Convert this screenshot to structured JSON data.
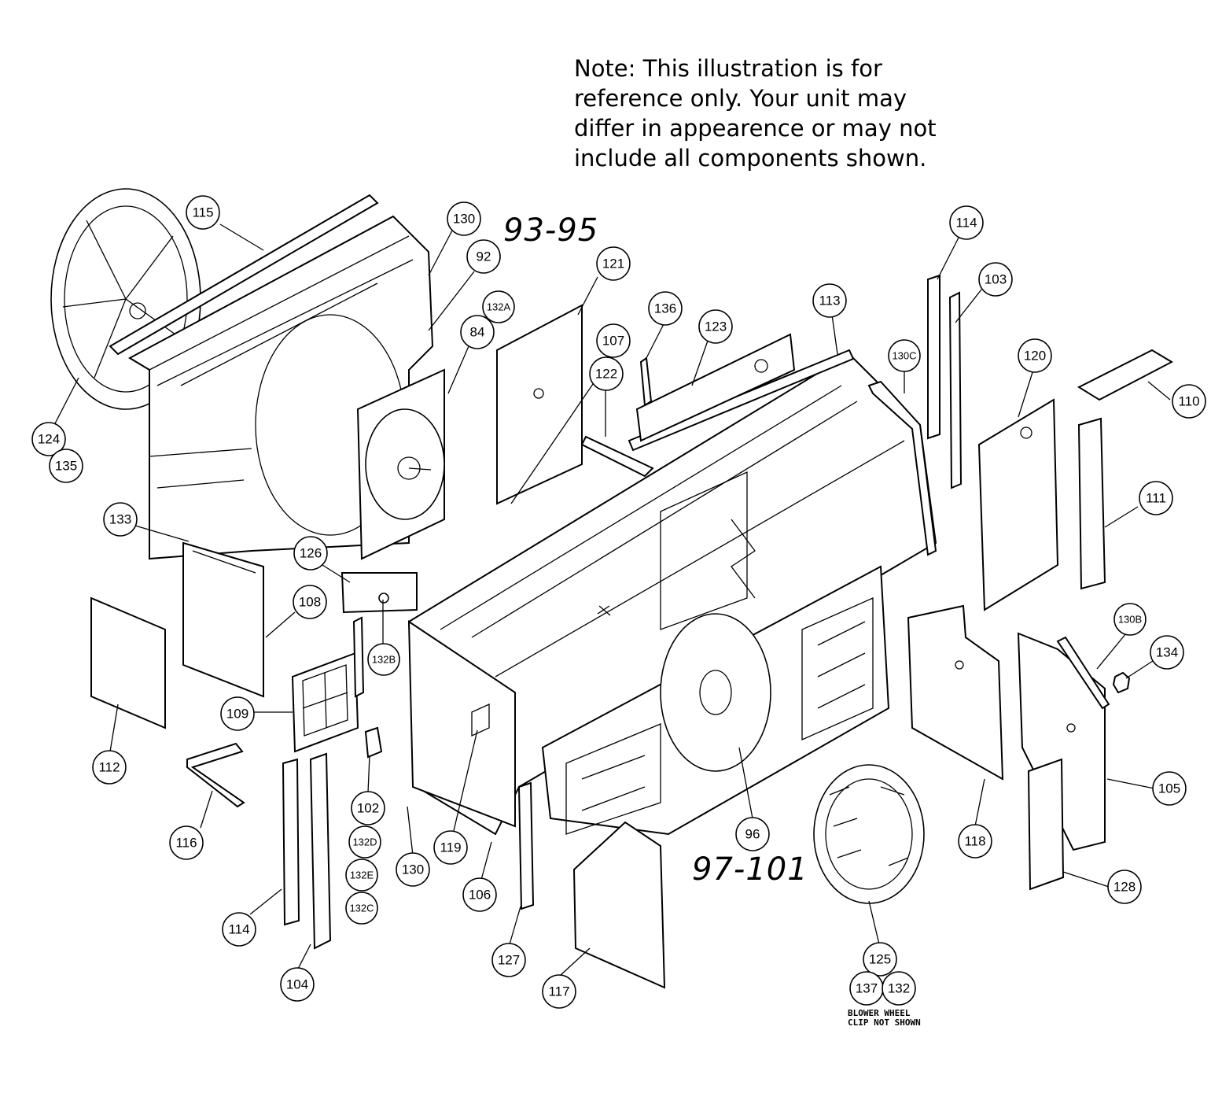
{
  "note": {
    "lines": [
      "Note: This illustration is for",
      "reference only. Your unit may",
      "differ in appearence or may not",
      "include all components shown."
    ]
  },
  "ranges": [
    "93-95",
    "97-101"
  ],
  "footnote": {
    "lines": [
      "BLOWER WHEEL",
      "CLIP NOT SHOWN"
    ]
  },
  "callouts": [
    "115",
    "130",
    "92",
    "124",
    "135",
    "84",
    "132A",
    "121",
    "107",
    "122",
    "136",
    "123",
    "113",
    "130C",
    "114",
    "103",
    "120",
    "110",
    "111",
    "133",
    "126",
    "108",
    "132B",
    "112",
    "109",
    "116",
    "102",
    "132D",
    "132E",
    "132C",
    "114",
    "104",
    "130",
    "119",
    "106",
    "127",
    "117",
    "96",
    "125",
    "137",
    "132",
    "118",
    "130B",
    "134",
    "105",
    "128"
  ]
}
